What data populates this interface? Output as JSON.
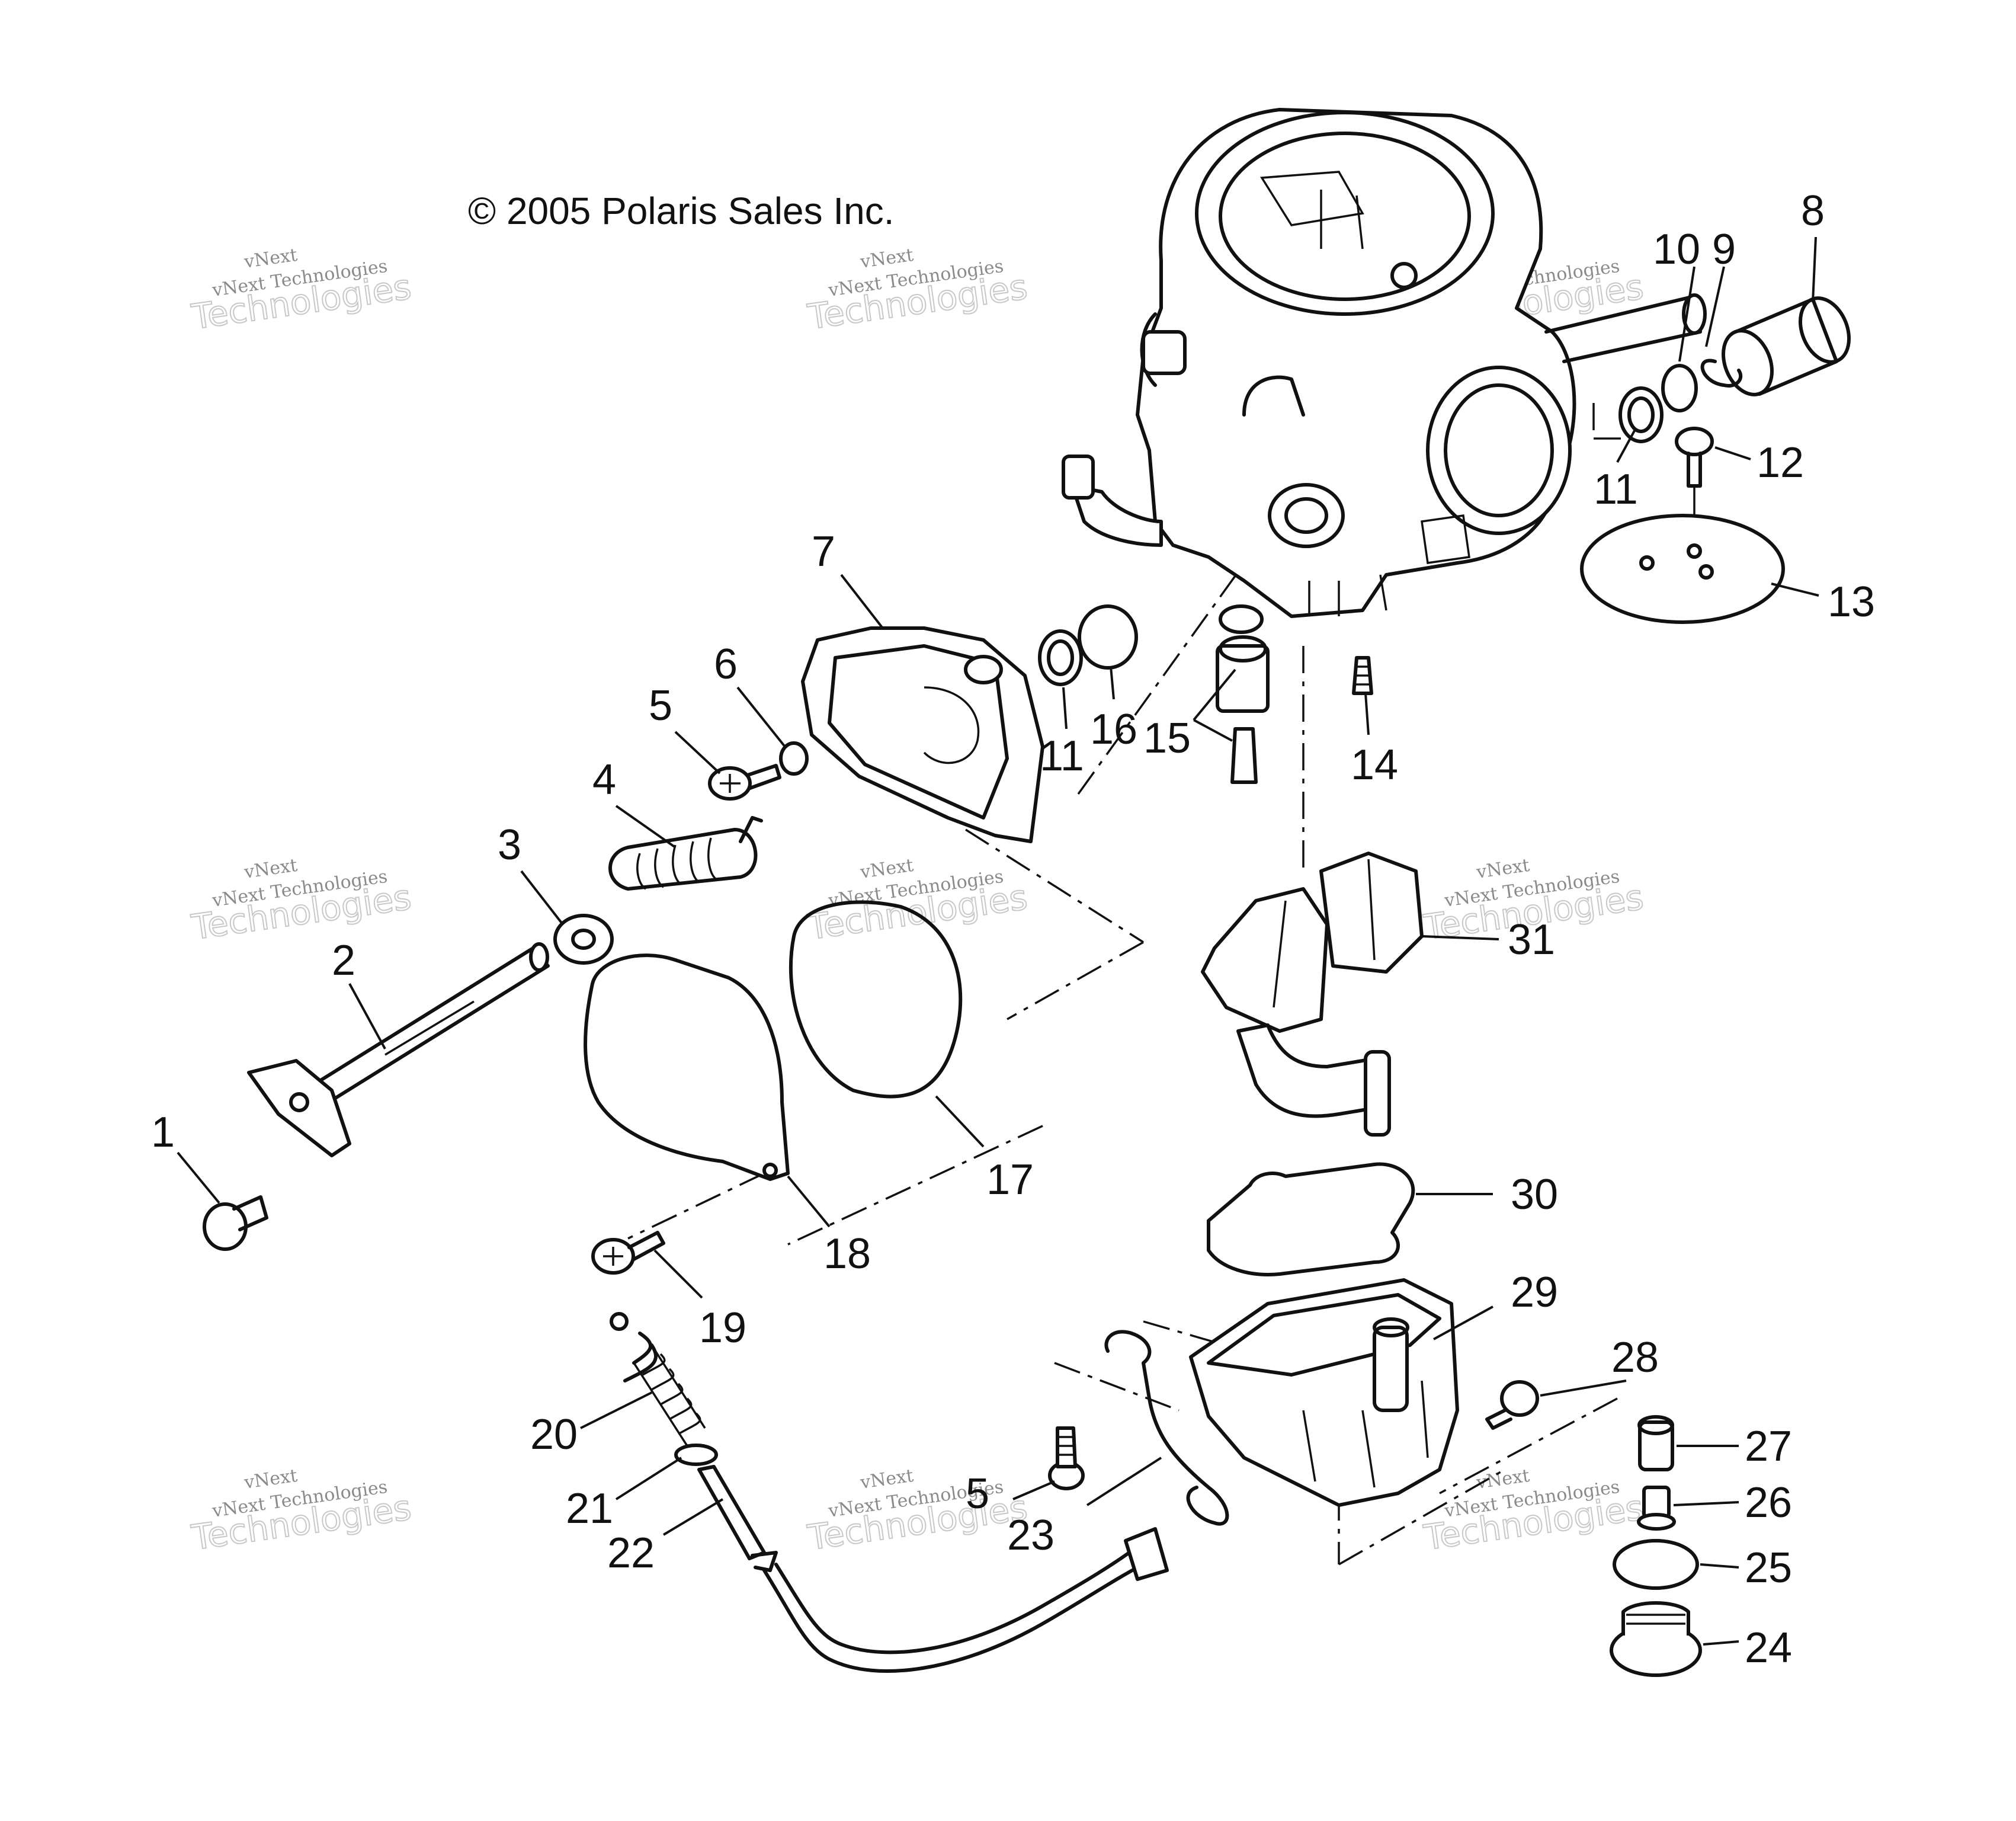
{
  "diagram": {
    "copyright": "© 2005 Polaris Sales Inc.",
    "watermark": {
      "line1": "vNext",
      "line2": "vNext Technologies",
      "line3": "Technologies",
      "line4": "Technologies"
    },
    "callouts": {
      "c1": "1",
      "c2": "2",
      "c3": "3",
      "c4": "4",
      "c5a": "5",
      "c5b": "5",
      "c6": "6",
      "c7": "7",
      "c8": "8",
      "c9": "9",
      "c10": "10",
      "c11a": "11",
      "c11b": "11",
      "c12": "12",
      "c13": "13",
      "c14": "14",
      "c15": "15",
      "c16": "16",
      "c17": "17",
      "c18": "18",
      "c19": "19",
      "c20": "20",
      "c21": "21",
      "c22": "22",
      "c23": "23",
      "c24": "24",
      "c25": "25",
      "c26": "26",
      "c27": "27",
      "c28": "28",
      "c29": "29",
      "c30": "30",
      "c31": "31"
    }
  }
}
